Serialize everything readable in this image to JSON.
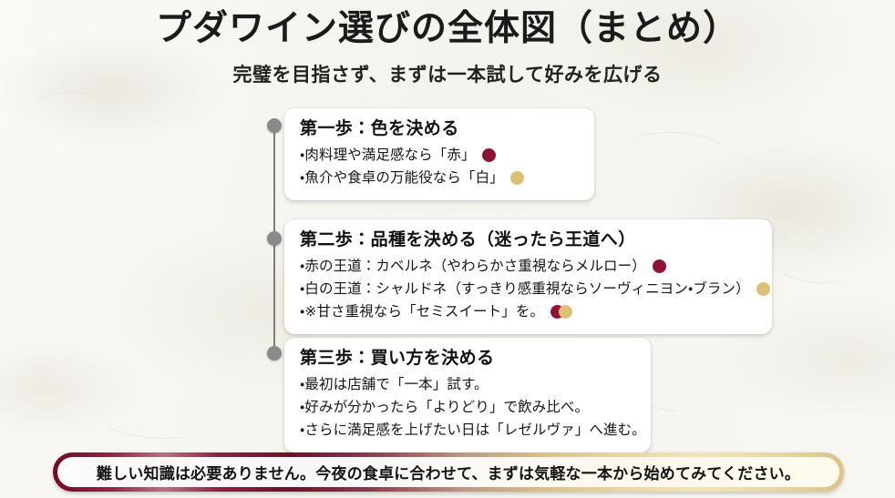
{
  "header": {
    "title": "プダワイン選びの全体図（まとめ）",
    "subtitle": "完璧を目指さず、まずは一本試して好みを広げる"
  },
  "colors": {
    "background_paper": "#f8f7f3",
    "red_wine_swatch": "#8f1338",
    "white_wine_swatch": "#ddc077",
    "timeline": "#8a8a8a",
    "card_background": "#ffffff",
    "title_text": "#1b1b1b",
    "banner_red": "#6d0d28",
    "banner_gold": "#e8d7a4"
  },
  "steps": [
    {
      "heading": "第一歩：色を決める",
      "bullets": [
        {
          "text": "・肉料理や満足感なら「赤」",
          "swatches": [
            "red"
          ]
        },
        {
          "text": "・魚介や食卓の万能役なら「白」",
          "swatches": [
            "white"
          ]
        }
      ]
    },
    {
      "heading": "第二歩：品種を決める（迷ったら王道へ）",
      "bullets": [
        {
          "text": "・赤の王道：カベルネ（やわらかさ重視ならメルロー）",
          "swatches": [
            "red"
          ]
        },
        {
          "text": "・白の王道：シャルドネ（すっきり感重視ならソーヴィニヨン・ブラン）",
          "swatches": [
            "white"
          ]
        },
        {
          "text": "・※甘さ重視なら「セミスイート」を。",
          "swatches": [
            "red",
            "white"
          ]
        }
      ]
    },
    {
      "heading": "第三歩：買い方を決める",
      "bullets": [
        {
          "text": "・最初は店舗で「一本」試す。",
          "swatches": []
        },
        {
          "text": "・好みが分かったら「よりどり」で飲み比べ。",
          "swatches": []
        },
        {
          "text": "・さらに満足感を上げたい日は「レゼルヴァ」へ進む。",
          "swatches": []
        }
      ]
    }
  ],
  "banner": {
    "text": "難しい知識は必要ありません。今夜の食卓に合わせて、まずは気軽な一本から始めてみてください。"
  }
}
